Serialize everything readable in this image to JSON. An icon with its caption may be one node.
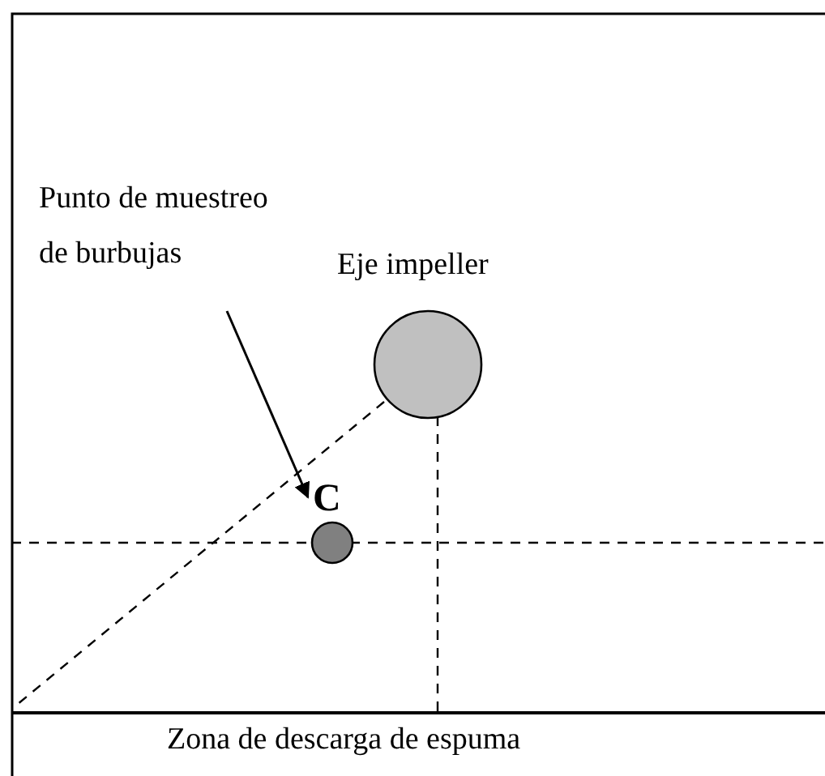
{
  "diagram": {
    "nodes": [
      {
        "text": [
          "Punto de muestreo de burbujas"
        ]
      },
      {
        "text": [],
        "shape": "circle",
        "beside": [
          "Eje impeller"
        ]
      },
      {
        "text": [],
        "shape": "circle",
        "beside": [
          "C"
        ]
      }
    ],
    "edges": [
      {
        "from": 0,
        "to": 2,
        "arrow": "to"
      }
    ],
    "labels": [
      "Zona de descarga de espuma"
    ]
  }
}
